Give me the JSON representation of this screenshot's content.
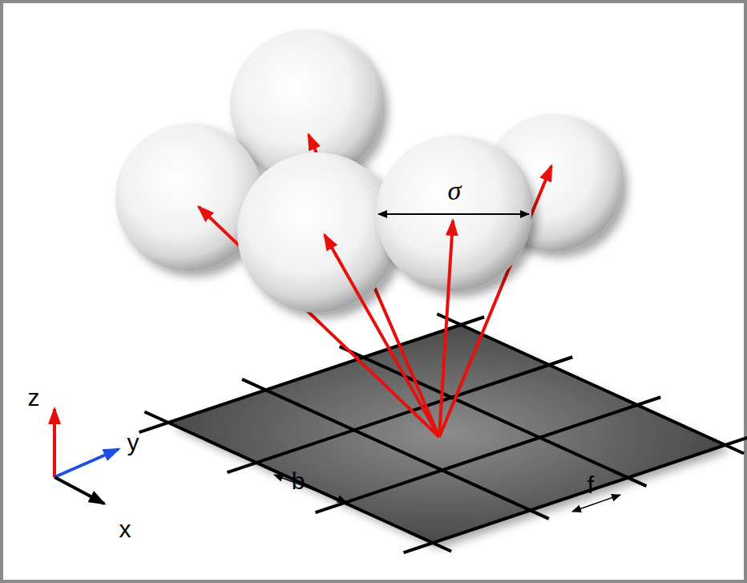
{
  "diagram": {
    "labels": [
      "σ",
      "b",
      "f",
      "z",
      "y",
      "x"
    ]
  }
}
